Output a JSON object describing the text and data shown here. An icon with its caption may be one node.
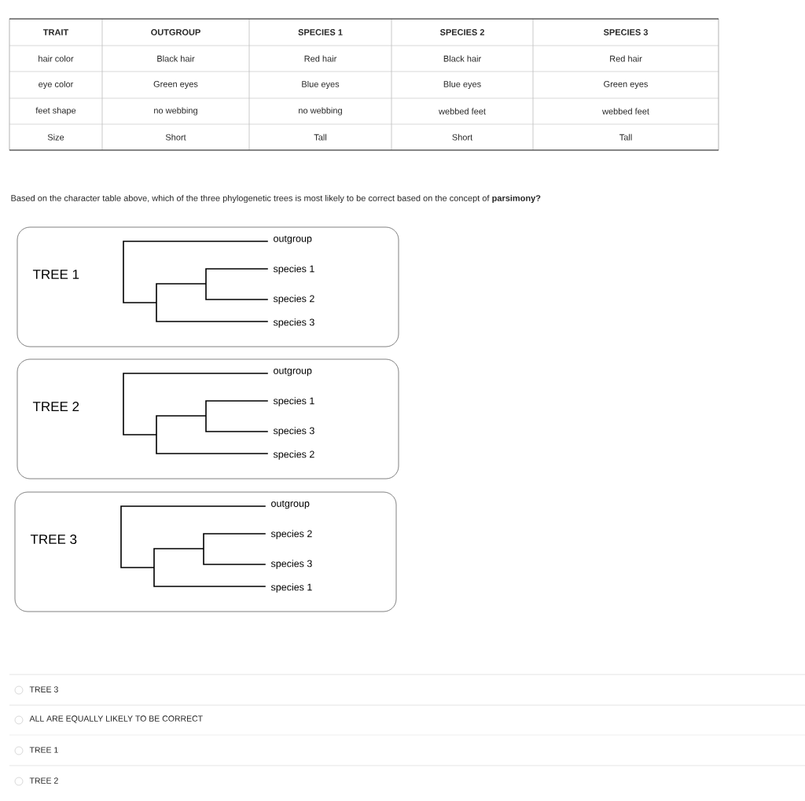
{
  "diagram": {
    "nodes": [
      {
        "text": [
          "TREE 1",
          "outgroup",
          "species 1",
          "species 2",
          "species 3"
        ]
      },
      {
        "text": [
          "TREE 2",
          "outgroup",
          "species 1",
          "species 3",
          "species 2"
        ]
      },
      {
        "text": [
          "TREE 3",
          "outgroup",
          "species 2",
          "species 3",
          "species 1"
        ]
      }
    ],
    "edges": [],
    "labels": [
      "TRAIT",
      "OUTGROUP",
      "SPECIES 1",
      "SPECIES 2",
      "SPECIES 3",
      "hair color",
      "Black hair",
      "Red hair",
      "Black hair",
      "Red hair",
      "eye color",
      "Green eyes",
      "Blue eyes",
      "Blue eyes",
      "Green eyes",
      "feet shape",
      "no webbing",
      "no webbing",
      "webbed feet",
      "webbed feet",
      "Size",
      "Short",
      "Tall",
      "Short",
      "Tall",
      "Based on the character table above, which of the three phylogenetic trees is most likely to be correct based on the concept of **parsimony?**",
      "TREE 3",
      "ALL ARE EQUALLY LIKELY TO BE CORRECT",
      "TREE 1",
      "TREE 2"
    ]
  }
}
